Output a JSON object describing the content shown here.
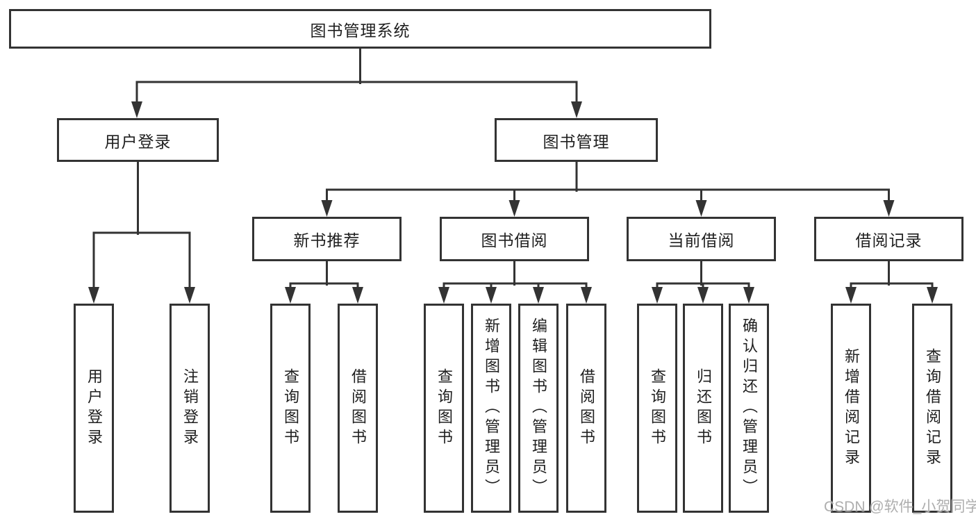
{
  "colors": {
    "line": "#333333",
    "box_border": "#333333",
    "text": "#1f1f1f",
    "background": "#ffffff",
    "watermark": "#aaaaaa"
  },
  "tree": {
    "root": {
      "label": "图书管理系统"
    },
    "login": {
      "label": "用户登录",
      "children": [
        {
          "label": "用户登录"
        },
        {
          "label": "注销登录"
        }
      ]
    },
    "manage": {
      "label": "图书管理",
      "sections": [
        {
          "label": "新书推荐",
          "children": [
            {
              "label": "查询图书"
            },
            {
              "label": "借阅图书"
            }
          ]
        },
        {
          "label": "图书借阅",
          "children": [
            {
              "label": "查询图书"
            },
            {
              "label": "新增图书（管理员）"
            },
            {
              "label": "编辑图书（管理员）"
            },
            {
              "label": "借阅图书"
            }
          ]
        },
        {
          "label": "当前借阅",
          "children": [
            {
              "label": "查询图书"
            },
            {
              "label": "归还图书"
            },
            {
              "label": "确认归还（管理员）"
            }
          ]
        },
        {
          "label": "借阅记录",
          "children": [
            {
              "label": "新增借阅记录"
            },
            {
              "label": "查询借阅记录"
            }
          ]
        }
      ]
    }
  },
  "watermark": {
    "text": "CSDN @软件_小贺同学"
  }
}
